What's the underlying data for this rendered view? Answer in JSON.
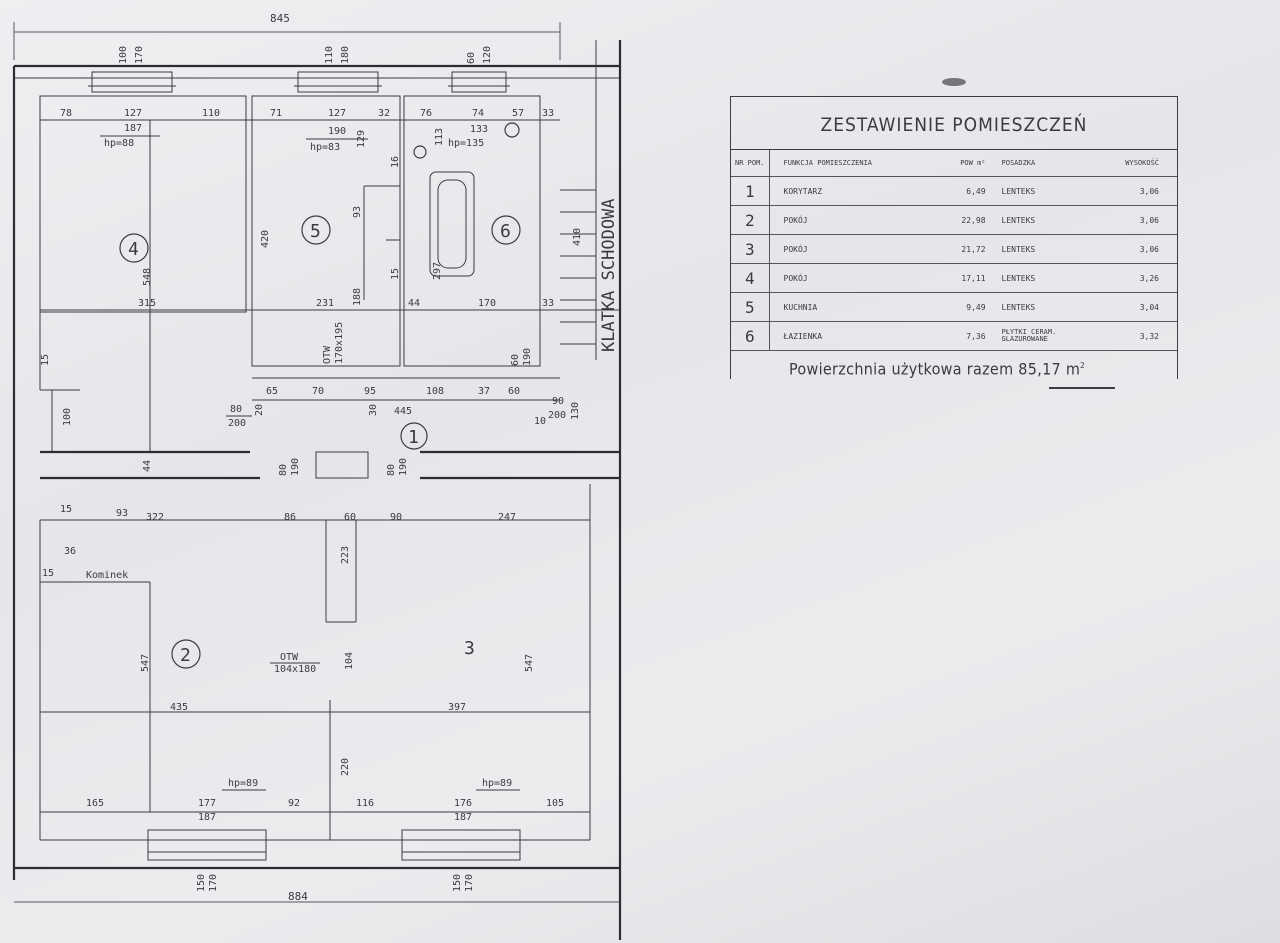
{
  "plan": {
    "rooms": [
      {
        "number": "1"
      },
      {
        "number": "2"
      },
      {
        "number": "3"
      },
      {
        "number": "4"
      },
      {
        "number": "5"
      },
      {
        "number": "6"
      }
    ],
    "stair_label": "KLATKA SCHODOWA",
    "dims_top": {
      "total": "845",
      "w1a": "100",
      "w1b": "170",
      "w2a": "110",
      "w2b": "180",
      "w3a": "60",
      "w3b": "120",
      "r4a": "78",
      "r4b": "127",
      "r4c": "110",
      "r4d": "187",
      "r4hp": "hp=88",
      "r5a": "71",
      "r5b": "127",
      "r5c": "32",
      "r5d": "190",
      "r5hp": "hp=83",
      "r5e": "129",
      "r6a": "76",
      "r6b": "74",
      "r6c": "57",
      "r6d": "33",
      "r6e": "133",
      "r6f": "113",
      "r6hp": "hp=135",
      "r4h": "548",
      "r5h": "420",
      "r5v1": "93",
      "r5v2": "15",
      "r5v3": "188",
      "r6h": "297",
      "r6v": "410",
      "b4": "315",
      "b5": "231",
      "b6a": "44",
      "b6b": "170",
      "b6c": "33",
      "r5x": "16"
    },
    "dims_mid": {
      "otw1": "OTW",
      "otw1_size": "170x195",
      "d65": "65",
      "d70": "70",
      "d95": "95",
      "d108": "108",
      "d37": "37",
      "d60": "60",
      "d80": "80",
      "d200": "200",
      "d20": "20",
      "d30": "30",
      "d445": "445",
      "d90": "90",
      "d200b": "200",
      "d10": "10",
      "d130": "130",
      "d15": "15",
      "d100": "100",
      "d44": "44",
      "dv80a": "80",
      "dv190a": "190",
      "dv80b": "80",
      "dv190b": "190",
      "dv60": "60",
      "dv190": "190"
    },
    "dims_low": {
      "a15": "15",
      "a93": "93",
      "a322": "322",
      "a86": "86",
      "a60": "60",
      "a90": "90",
      "a247": "247",
      "a36": "36",
      "a15b": "15",
      "a223": "223",
      "komin": "Kominek",
      "h547a": "547",
      "h547b": "547",
      "otw2": "OTW",
      "otw2_size": "104x180",
      "v104": "104",
      "w435": "435",
      "w397": "397",
      "v220": "220",
      "hp1": "hp=89",
      "hp2": "hp=89",
      "b165": "165",
      "b177": "177",
      "b187": "187",
      "b92": "92",
      "b116": "116",
      "b176": "176",
      "b187b": "187",
      "b105": "105",
      "s150a": "150",
      "s170a": "170",
      "s150b": "150",
      "s170b": "170",
      "total_bottom": "884"
    }
  },
  "table": {
    "title": "ZESTAWIENIE POMIESZCZEŃ",
    "headers": {
      "no": "NR POM.",
      "function": "FUNKCJA POMIESZCZENIA",
      "area": "POW m²",
      "floor": "POSADZKA",
      "height": "WYSOKOŚĆ"
    },
    "rows": [
      {
        "no": "1",
        "function": "KORYTARZ",
        "area": "6,49",
        "floor": "LENTEKS",
        "height": "3,06"
      },
      {
        "no": "2",
        "function": "POKÓJ",
        "area": "22,98",
        "floor": "LENTEKS",
        "height": "3,06"
      },
      {
        "no": "3",
        "function": "POKÓJ",
        "area": "21,72",
        "floor": "LENTEKS",
        "height": "3,06"
      },
      {
        "no": "4",
        "function": "POKÓJ",
        "area": "17,11",
        "floor": "LENTEKS",
        "height": "3,26"
      },
      {
        "no": "5",
        "function": "KUCHNIA",
        "area": "9,49",
        "floor": "LENTEKS",
        "height": "3,04"
      },
      {
        "no": "6",
        "function": "ŁAZIENKA",
        "area": "7,36",
        "floor": "PŁYTKI CERAM. GLAZUROWANE",
        "height": "3,32"
      }
    ],
    "total_text": "Powierzchnia użytkowa razem 85,17 m",
    "total_sup": "2"
  }
}
